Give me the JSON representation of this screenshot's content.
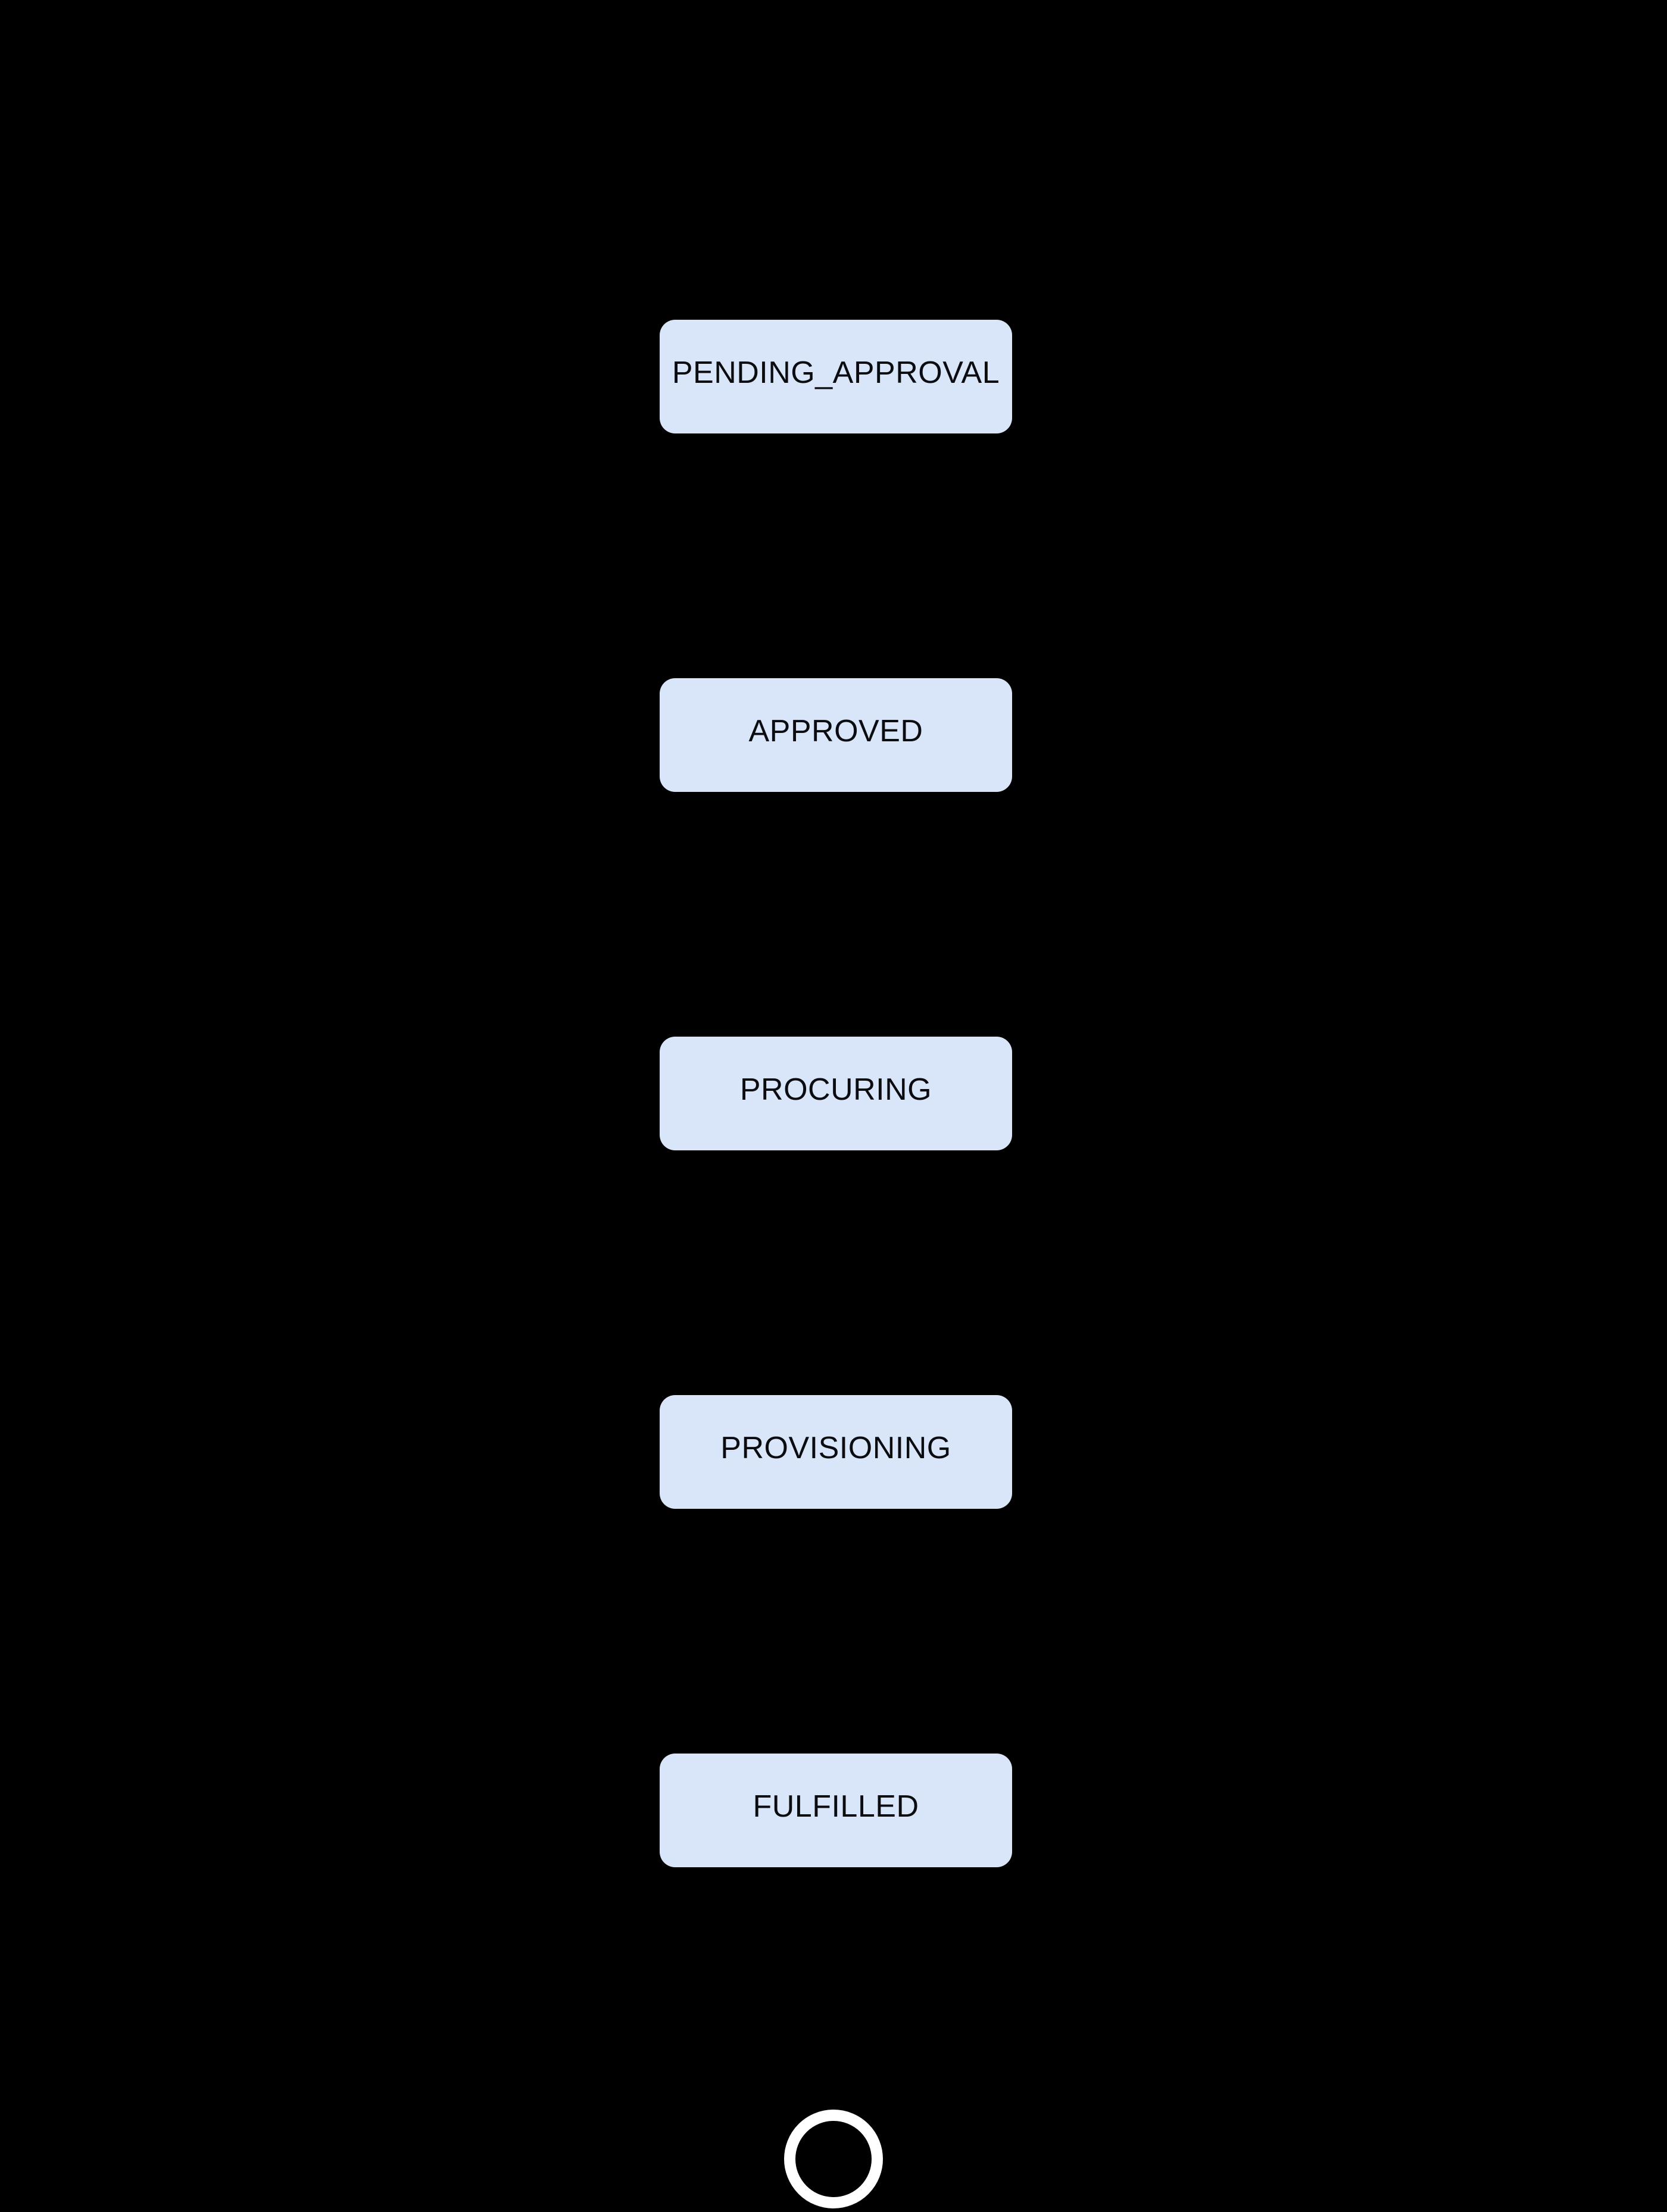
{
  "diagram": {
    "type": "state-flow",
    "states": [
      {
        "id": "pending-approval",
        "label": "PENDING_APPROVAL"
      },
      {
        "id": "approved",
        "label": "APPROVED"
      },
      {
        "id": "procuring",
        "label": "PROCURING"
      },
      {
        "id": "provisioning",
        "label": "PROVISIONING"
      },
      {
        "id": "fulfilled",
        "label": "FULFILLED"
      }
    ],
    "final_state_marker": "ring",
    "colors": {
      "background": "#000000",
      "state_fill": "#d9e5f8",
      "state_text": "#0b0c10",
      "final_ring": "#ffffff"
    }
  }
}
